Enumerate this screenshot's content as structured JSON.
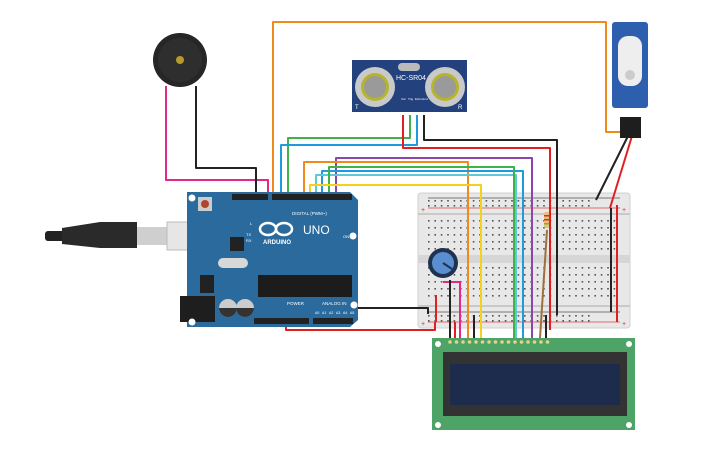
{
  "colors": {
    "arduino_board": "#2b6a9c",
    "sensor_board": "#23417c",
    "servo_body": "#2d5fae",
    "breadboard": "#e8e8e8",
    "lcd_board": "#4ea366",
    "lcd_screen": "#1d2b4c",
    "wire_orange": "#f08a1c",
    "wire_green": "#3db34a",
    "wire_teal": "#5cc8d8",
    "wire_blue": "#1e9be0",
    "wire_purple": "#8e44ad",
    "wire_yellow": "#f2d21b",
    "wire_red": "#e02020",
    "wire_black": "#222222",
    "wire_pink": "#e0288a",
    "wire_brown": "#a0703a"
  },
  "arduino": {
    "brand": "ARDUINO",
    "model": "UNO",
    "digital_label": "DIGITAL (PWM~)",
    "power_label": "POWER",
    "analog_label": "ANALOG IN",
    "led_on": "ON",
    "led_l": "L",
    "led_tx": "TX",
    "led_rx": "RX",
    "analog_pins": [
      "A0",
      "A1",
      "A2",
      "A3",
      "A4",
      "A5"
    ]
  },
  "sensor": {
    "model": "HC-SR04",
    "left_label": "T",
    "right_label": "R",
    "pins": [
      "Vcc",
      "Trig",
      "Echo",
      "Gnd"
    ]
  },
  "breadboard": {
    "plus": "+",
    "minus": "-"
  }
}
